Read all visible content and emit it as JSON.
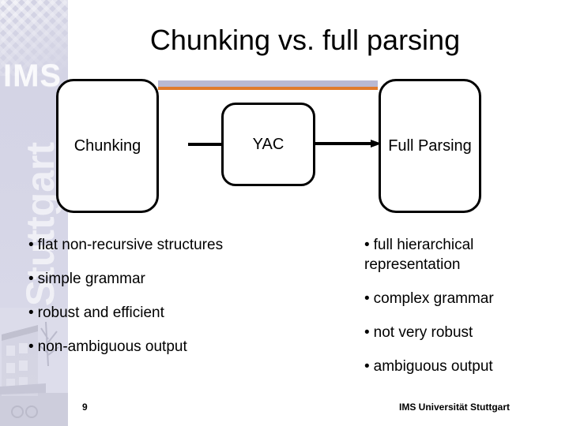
{
  "slide": {
    "title": "Chunking vs. full parsing",
    "page_number": "9",
    "footer_org": "IMS Universität Stuttgart"
  },
  "branding": {
    "watermark_top": "IMS",
    "watermark_side": "Stuttgart",
    "accent_orange": "#e07b2c",
    "accent_lavender": "#b9b9d2",
    "sidebar_background": "#d6d6e7"
  },
  "diagram": {
    "boxes": [
      {
        "id": "chunking",
        "label": "Chunking"
      },
      {
        "id": "yac",
        "label": "YAC"
      },
      {
        "id": "full-parsing",
        "label": "Full Parsing"
      }
    ],
    "connectors": [
      {
        "id": "chunking-to-yac",
        "style": "line",
        "from": "chunking",
        "to": "yac"
      },
      {
        "id": "yac-to-full-parsing",
        "style": "arrow",
        "from": "yac",
        "to": "full-parsing"
      }
    ]
  },
  "columns": {
    "left": {
      "bullet_char": "•",
      "items": [
        "flat non-recursive structures",
        "simple grammar",
        "robust and efficient",
        "non-ambiguous output"
      ]
    },
    "right": {
      "bullet_char": "•",
      "items": [
        "full hierarchical representation",
        "complex grammar",
        "not very robust",
        "ambiguous output"
      ]
    }
  }
}
